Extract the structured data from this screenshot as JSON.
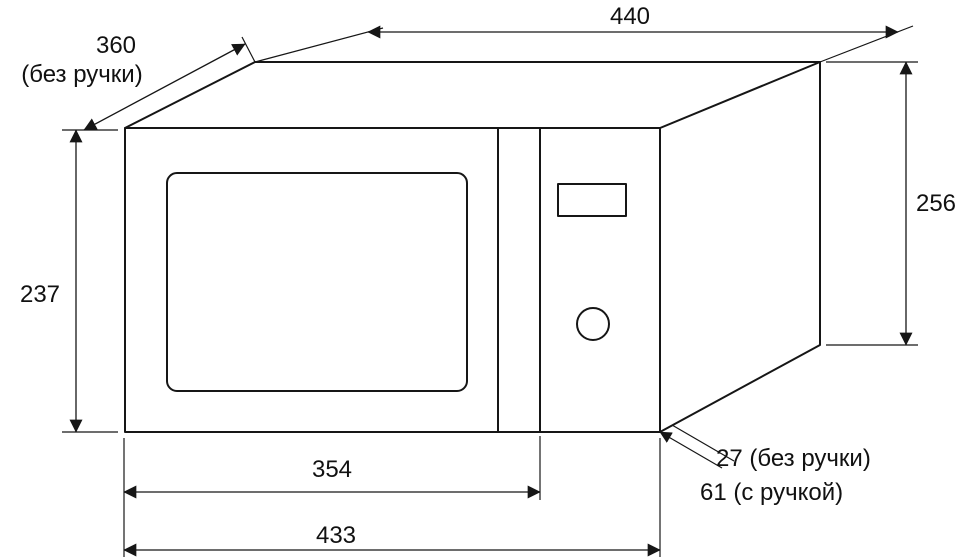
{
  "drawing": {
    "labels": {
      "width_top": "440",
      "depth": "360",
      "depth_note": "(без ручки)",
      "height_left": "237",
      "height_right": "256",
      "door_width": "354",
      "total_width": "433",
      "protrusion_no_handle": "27 (без ручки)",
      "protrusion_with_handle": "61 (с ручкой)"
    },
    "colors": {
      "line": "#161616",
      "panel_stripe": "#c9c9c9",
      "background": "#ffffff"
    }
  }
}
